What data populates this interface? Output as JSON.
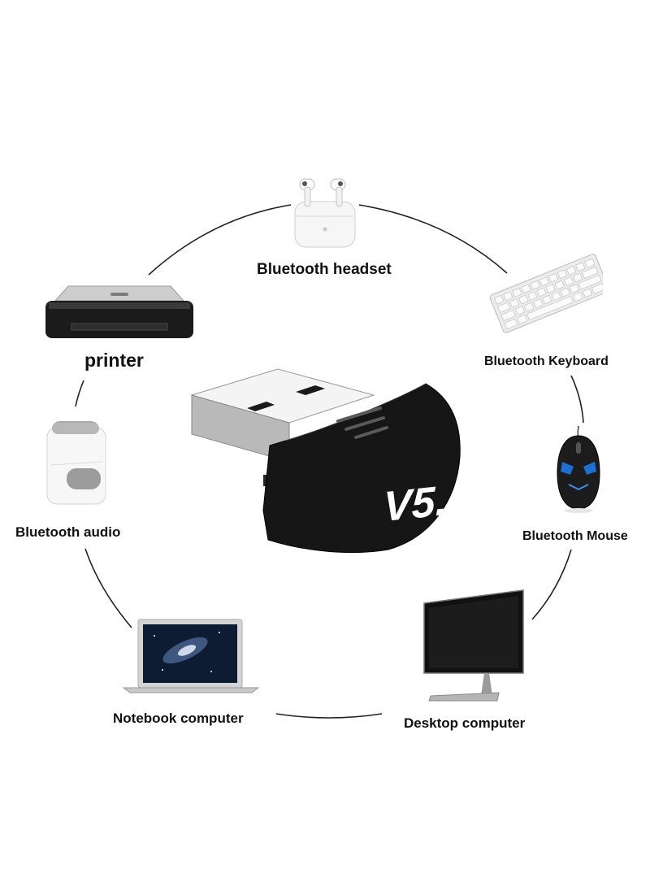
{
  "center_device": {
    "name": "bluetooth-usb-adapter",
    "badge": "V5."
  },
  "devices": [
    {
      "key": "headset",
      "label": "Bluetooth headset",
      "icon": "earbuds-icon"
    },
    {
      "key": "keyboard",
      "label": "Bluetooth Keyboard",
      "icon": "keyboard-icon"
    },
    {
      "key": "mouse",
      "label": "Bluetooth Mouse",
      "icon": "mouse-icon"
    },
    {
      "key": "desktop",
      "label": "Desktop computer",
      "icon": "monitor-icon"
    },
    {
      "key": "notebook",
      "label": "Notebook computer",
      "icon": "laptop-icon"
    },
    {
      "key": "audio",
      "label": "Bluetooth audio",
      "icon": "speaker-icon"
    },
    {
      "key": "printer",
      "label": "printer",
      "icon": "printer-icon"
    }
  ],
  "colors": {
    "background": "#ffffff",
    "text": "#111111",
    "adapter_body": "#1a1a1a",
    "connector": "#d9d9d9"
  }
}
